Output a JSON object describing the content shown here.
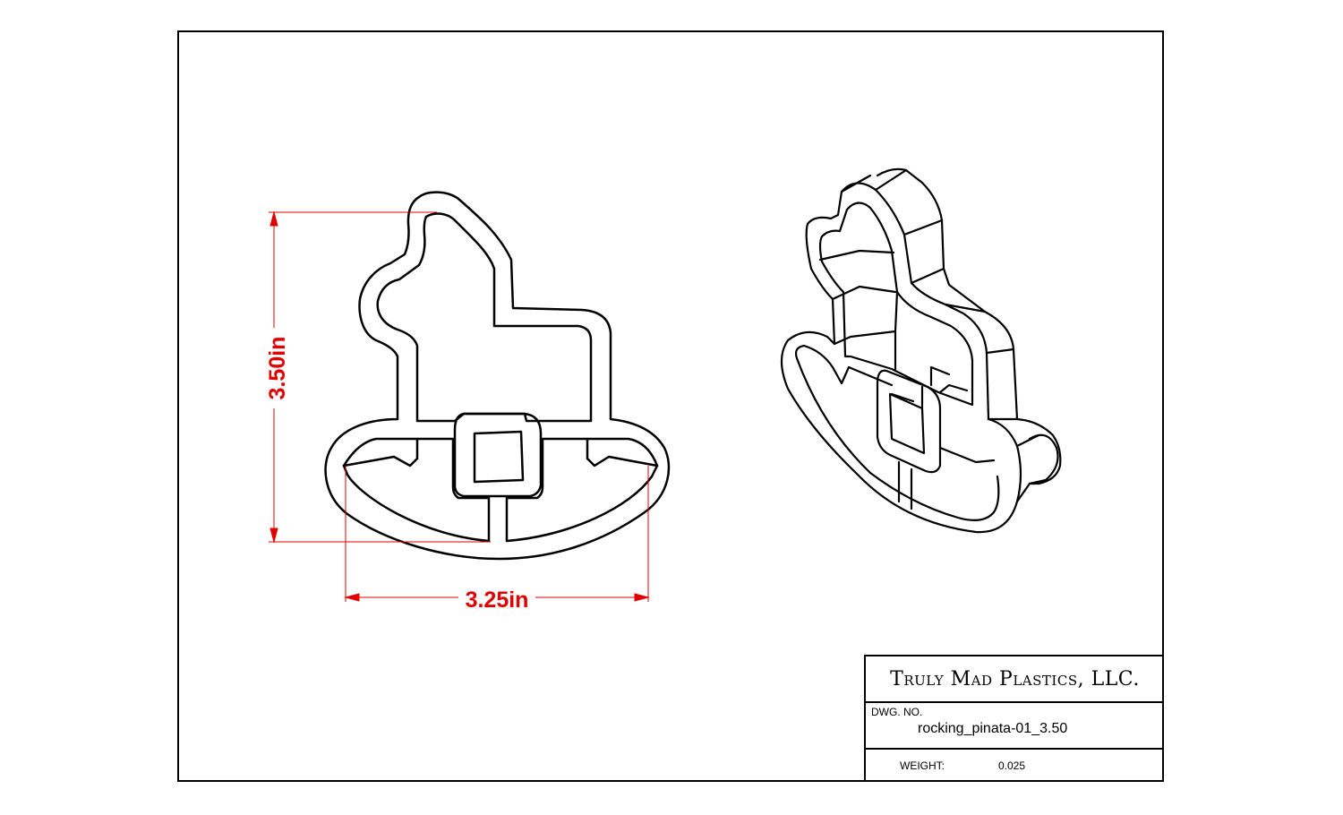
{
  "dimensions": {
    "height_label": "3.50in",
    "width_label": "3.25in",
    "color": "#e00000"
  },
  "title_block": {
    "company": "Truly Mad Plastics, LLC.",
    "dwg_no_label": "DWG.  NO.",
    "dwg_no_value": "rocking_pinata-01_3.50",
    "weight_label": "WEIGHT:",
    "weight_value": "0.025"
  },
  "views": {
    "front_view": "outline-drawing",
    "iso_view": "isometric-drawing"
  }
}
